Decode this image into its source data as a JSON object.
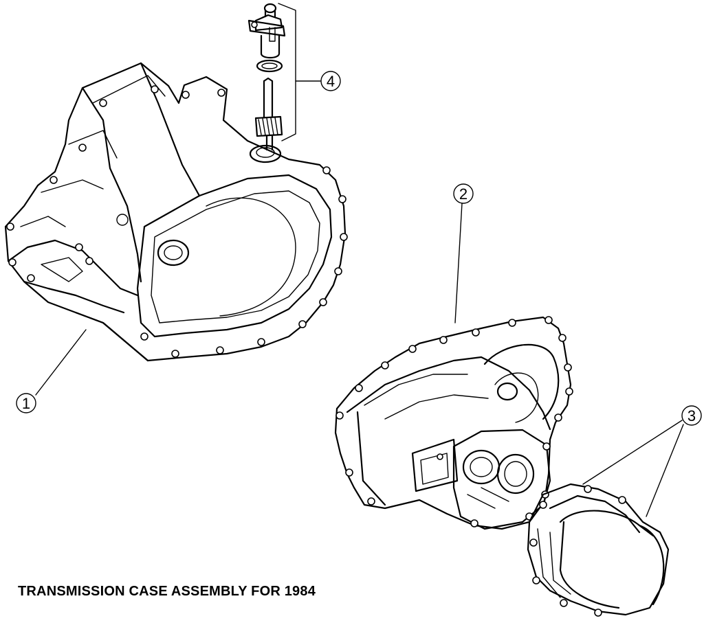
{
  "caption": "TRANSMISSION CASE ASSEMBLY FOR 1984",
  "callouts": [
    "1",
    "2",
    "3",
    "4"
  ]
}
